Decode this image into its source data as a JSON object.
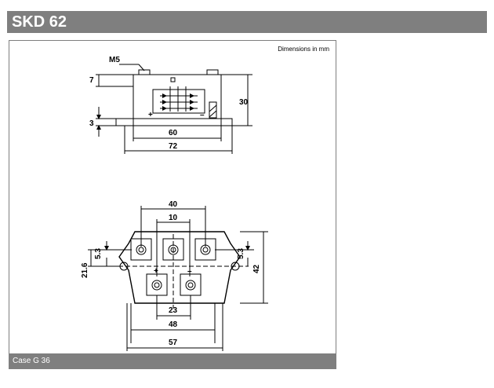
{
  "title": "SKD 62",
  "dimensions_note": "Dimensions in mm",
  "case_label": "Case G 36",
  "side_view": {
    "thread_label": "M5",
    "dim_height_left": "7",
    "dim_base_left": "3",
    "dim_height_right": "30",
    "dim_width_inner": "60",
    "dim_width_outer": "72",
    "plus_mark": "+",
    "minus_mark": "–"
  },
  "top_view": {
    "dim_40": "40",
    "dim_10": "10",
    "dim_5_3_left": "5.3",
    "dim_21_6": "21.6",
    "dim_5_3_right": "5.3",
    "dim_42": "42",
    "dim_23": "23",
    "dim_48": "48",
    "dim_57": "57",
    "plus_mark": "+",
    "minus_mark": "–",
    "ac_mark": "~"
  }
}
